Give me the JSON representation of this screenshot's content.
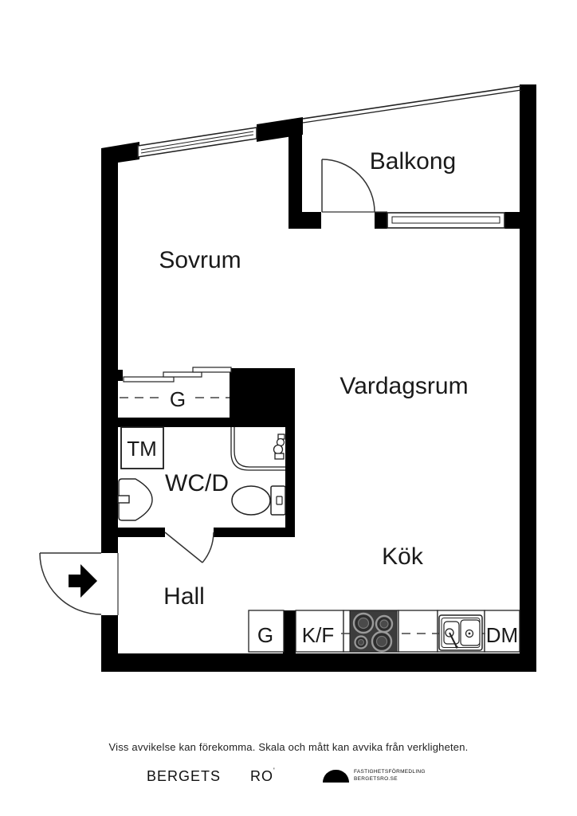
{
  "plan": {
    "rooms": {
      "sovrum": "Sovrum",
      "balkong": "Balkong",
      "vardagsrum": "Vardagsrum",
      "kok": "Kök",
      "hall": "Hall",
      "wcd": "WC/D"
    },
    "fixtures": {
      "washing_machine": "TM",
      "closet_bedroom": "G",
      "closet_hall": "G",
      "fridge_freezer": "K/F",
      "dishwasher": "DM"
    }
  },
  "footer": {
    "disclaimer": "Viss avvikelse kan förekomma. Skala och mått kan avvika från verkligheten.",
    "brand_primary": "BERGETS",
    "brand_secondary": "RO",
    "brand_mark": "'",
    "logo_line1": "FASTIGHETSFÖRMEDLING",
    "logo_line2": "BERGETSRO.SE"
  },
  "colors": {
    "wall": "#000000",
    "background": "#ffffff",
    "thin_line": "#222222",
    "dashed_line": "#444444",
    "stove_body": "#3c3c3c",
    "text": "#1a1a1a"
  }
}
